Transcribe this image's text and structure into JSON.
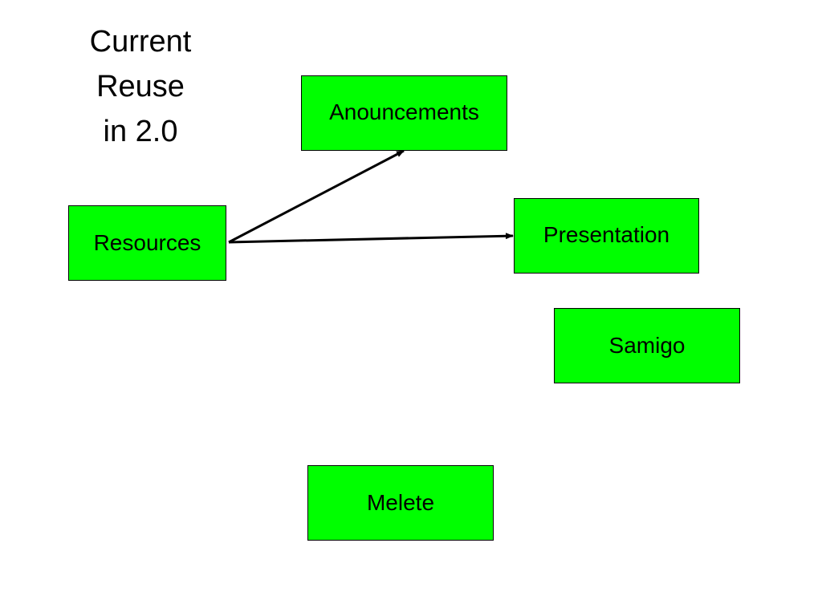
{
  "colors": {
    "node_fill": "#00ff00",
    "node_border": "#000000",
    "edge": "#000000",
    "background": "#ffffff"
  },
  "title": {
    "lines": [
      "Current",
      "Reuse",
      "in 2.0"
    ]
  },
  "nodes": {
    "announcements": "Anouncements",
    "resources": "Resources",
    "presentation": "Presentation",
    "samigo": "Samigo",
    "melete": "Melete"
  },
  "edges": [
    {
      "from": "resources",
      "to": "announcements"
    },
    {
      "from": "resources",
      "to": "presentation"
    }
  ]
}
